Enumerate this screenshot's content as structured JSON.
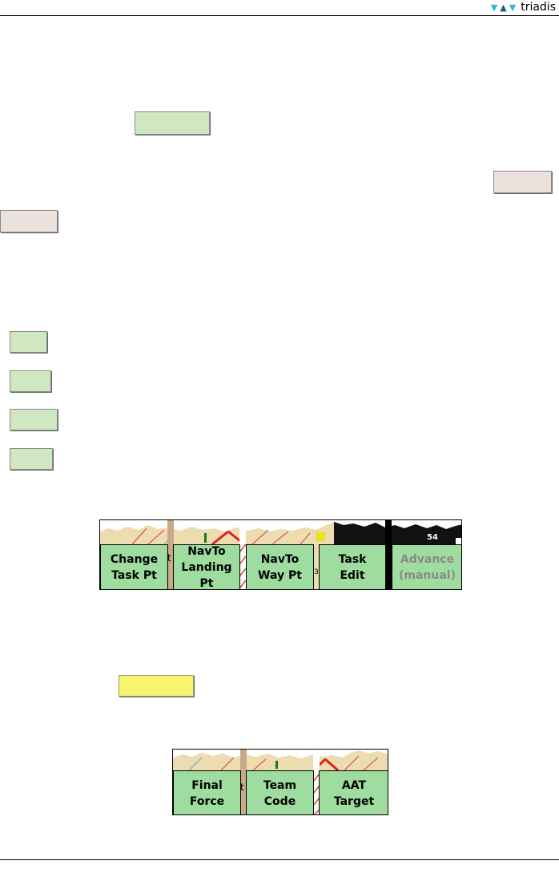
{
  "header": {
    "logo_text": "triadis",
    "logo_colors": [
      "#35b8d4",
      "#1a5f86",
      "#35b8d4"
    ]
  },
  "menu_bar_1": {
    "buttons": [
      {
        "label": "Change\nTask Pt",
        "disabled": false
      },
      {
        "label": "NavTo\nLanding Pt",
        "disabled": false
      },
      {
        "label": "NavTo\nWay Pt",
        "disabled": false
      },
      {
        "label": "Task\nEdit",
        "disabled": false
      },
      {
        "label": "Advance\n(manual)",
        "disabled": true
      }
    ],
    "map_glyph_left": "t",
    "map_glyph_right": "3",
    "altitude_label": "54"
  },
  "menu_bar_2": {
    "buttons": [
      {
        "label": "Final\nForce",
        "disabled": false
      },
      {
        "label": "Team\nCode",
        "disabled": false
      },
      {
        "label": "AAT\nTarget",
        "disabled": false
      }
    ],
    "map_glyph": "t"
  },
  "colors": {
    "button_green": "#9fdc9f",
    "chip_green": "#cfe8c2",
    "chip_pink": "#ece2dd",
    "chip_yellow": "#f7f570"
  }
}
